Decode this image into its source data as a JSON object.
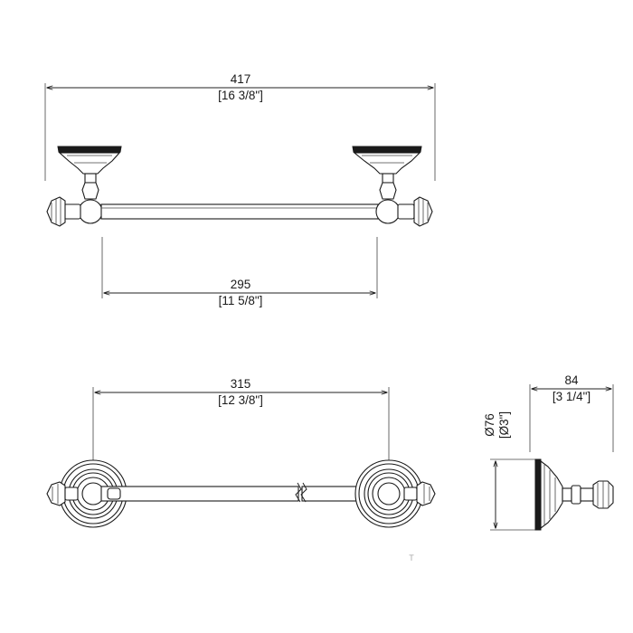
{
  "drawing": {
    "top_view": {
      "overall_mm": "417",
      "overall_in": "[16 3/8\"]",
      "bar_mm": "295",
      "bar_in": "[11 5/8\"]"
    },
    "front_view": {
      "centers_mm": "315",
      "centers_in": "[12 3/8\"]"
    },
    "side_view": {
      "projection_mm": "84",
      "projection_in": "[3 1/4\"]",
      "diameter_mm": "Ø76",
      "diameter_in": "[Ø3\"]"
    },
    "stray_mark": "T"
  }
}
